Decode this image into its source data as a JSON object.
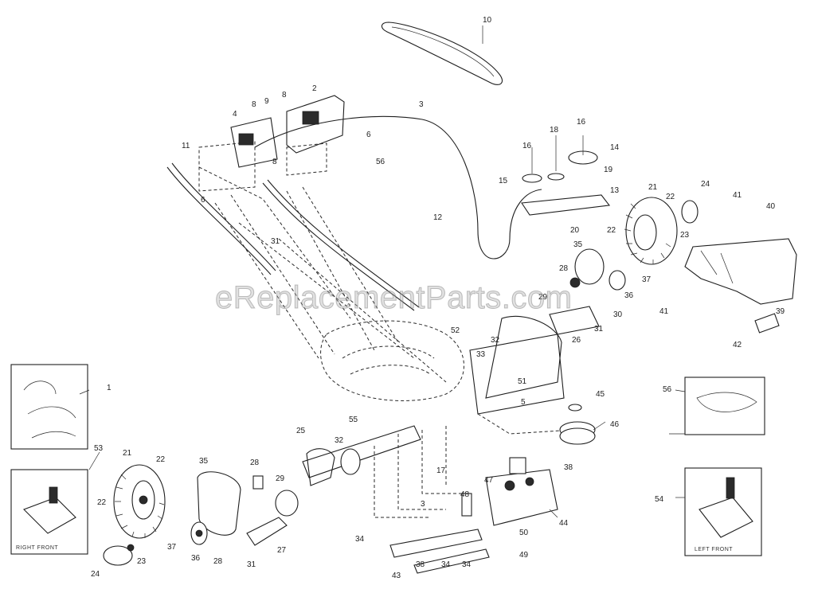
{
  "watermark": "eReplacementParts.com",
  "insets": {
    "right_front": "RIGHT FRONT",
    "left_front": "LEFT FRONT"
  },
  "part_numbers": [
    "10",
    "2",
    "3",
    "4",
    "8",
    "9",
    "8",
    "6",
    "8",
    "11",
    "56",
    "6",
    "12",
    "31",
    "16",
    "18",
    "16",
    "14",
    "15",
    "19",
    "13",
    "20",
    "21",
    "22",
    "24",
    "23",
    "41",
    "40",
    "35",
    "22",
    "28",
    "37",
    "36",
    "29",
    "30",
    "31",
    "26",
    "41",
    "39",
    "42",
    "52",
    "33",
    "32",
    "51",
    "5",
    "45",
    "46",
    "55",
    "25",
    "32",
    "17",
    "38",
    "47",
    "48",
    "44",
    "50",
    "49",
    "3",
    "34",
    "34",
    "43",
    "38",
    "34",
    "1",
    "53",
    "21",
    "22",
    "22",
    "23",
    "24",
    "37",
    "36",
    "35",
    "28",
    "29",
    "28",
    "31",
    "27",
    "56",
    "54"
  ]
}
